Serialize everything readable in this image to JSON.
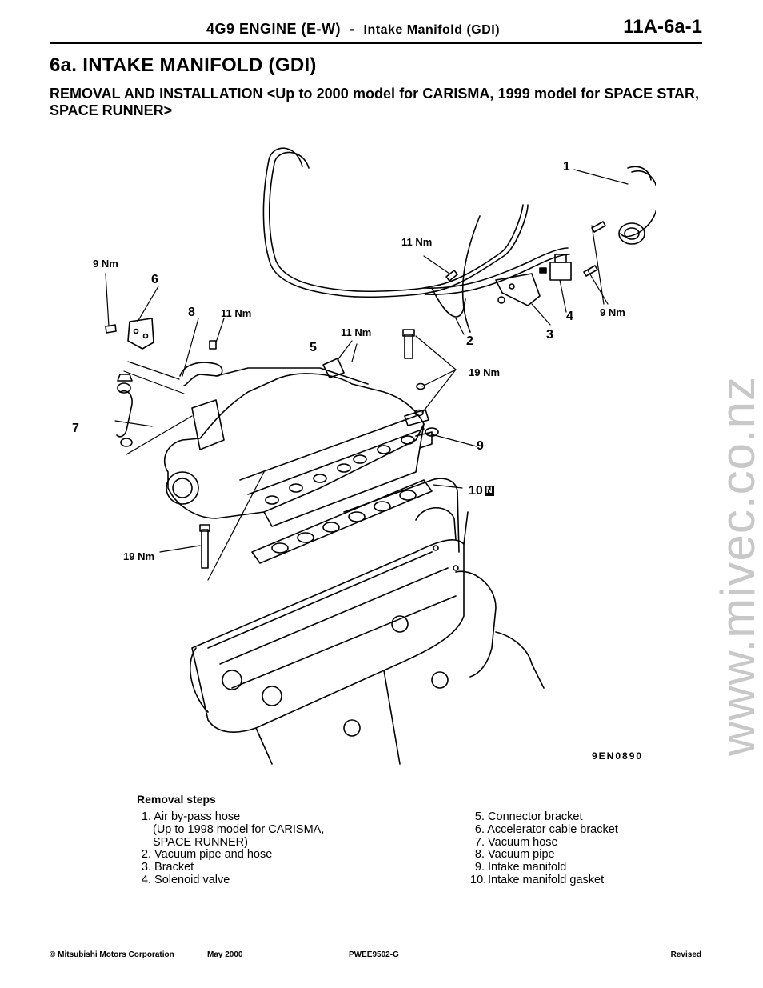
{
  "header": {
    "chapter": "4G9 ENGINE (E-W)",
    "separator": "-",
    "subtitle": "Intake Manifold (GDI)",
    "page_number": "11A-6a-1"
  },
  "section": {
    "title": "6a. INTAKE MANIFOLD (GDI)",
    "subtitle": "REMOVAL AND INSTALLATION <Up to 2000 model for CARISMA, 1999 model for SPACE STAR, SPACE RUNNER>"
  },
  "figure": {
    "code": "9EN0890",
    "part_callouts": [
      "1",
      "2",
      "3",
      "4",
      "5",
      "6",
      "7",
      "8",
      "9",
      "10"
    ],
    "gasket_symbol": "N",
    "torque_labels": [
      "9 Nm",
      "11 Nm",
      "11 Nm",
      "11 Nm",
      "19 Nm",
      "9 Nm",
      "19 Nm"
    ]
  },
  "removal_steps": {
    "heading": "Removal steps",
    "left": [
      {
        "num": "1.",
        "text": "Air by-pass hose"
      },
      {
        "num": "",
        "text": "(Up to 1998 model for CARISMA,"
      },
      {
        "num": "",
        "text": "SPACE RUNNER)"
      },
      {
        "num": "2.",
        "text": "Vacuum pipe and hose"
      },
      {
        "num": "3.",
        "text": "Bracket"
      },
      {
        "num": "4.",
        "text": "Solenoid valve"
      }
    ],
    "right": [
      {
        "num": "5.",
        "text": "Connector bracket"
      },
      {
        "num": "6.",
        "text": "Accelerator cable bracket"
      },
      {
        "num": "7.",
        "text": "Vacuum hose"
      },
      {
        "num": "8.",
        "text": "Vacuum pipe"
      },
      {
        "num": "9.",
        "text": "Intake manifold"
      },
      {
        "num": "10.",
        "text": "Intake manifold gasket"
      }
    ]
  },
  "watermark": "www.mivec.co.nz",
  "footer": {
    "copyright_symbol": "©",
    "company": "Mitsubishi Motors Corporation",
    "date": "May 2000",
    "doc_code": "PWEE9502-G",
    "status": "Revised"
  }
}
